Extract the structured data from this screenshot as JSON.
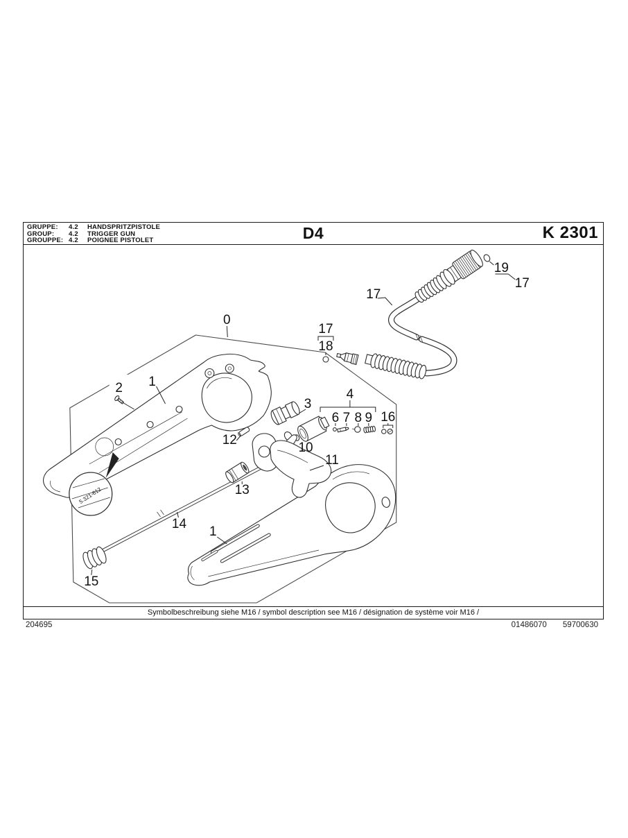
{
  "header": {
    "group_rows": [
      {
        "label": "GRUPPE:",
        "code": "4.2",
        "name": "HANDSPRITZPISTOLE"
      },
      {
        "label": "GROUP:",
        "code": "4.2",
        "name": "TRIGGER GUN"
      },
      {
        "label": "GROUPPE:",
        "code": "4.2",
        "name": "POIGNEE PISTOLET"
      }
    ],
    "sheet_code": "D4",
    "model_code": "K 2301"
  },
  "diagram": {
    "detail_ref": "5.321-612",
    "callouts": {
      "c0": "0",
      "c1_upper": "1",
      "c1_lower": "1",
      "c2": "2",
      "c3": "3",
      "c4": "4",
      "c6": "6",
      "c7": "7",
      "c8": "8",
      "c9": "9",
      "c10": "10",
      "c11": "11",
      "c12": "12",
      "c13": "13",
      "c14": "14",
      "c15": "15",
      "c16": "16",
      "c17_hose_upper": "17",
      "c17_hose_lower": "17",
      "c17_coupling": "17",
      "c18": "18",
      "c19": "19"
    }
  },
  "footer": {
    "symbol_note": "Symbolbeschreibung siehe M16 / symbol description see M16 / désignation de système voir M16 /",
    "doc_left": "204695",
    "doc_right_a": "01486070",
    "doc_right_b": "59700630"
  }
}
